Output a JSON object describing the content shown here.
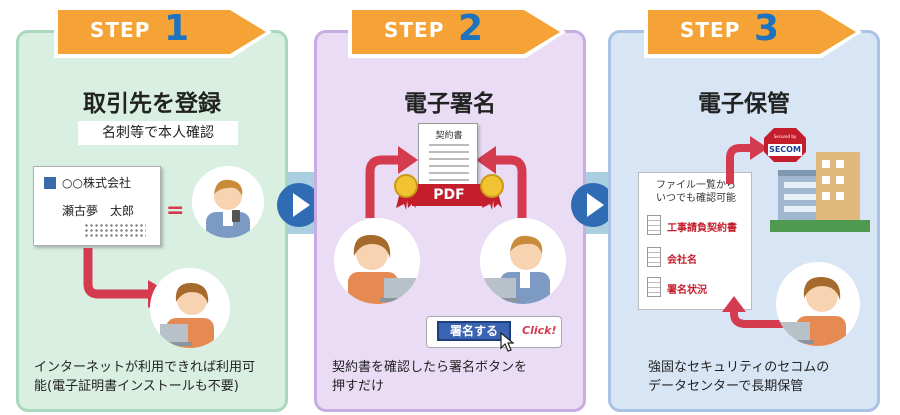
{
  "steps": [
    {
      "tab_label": "STEP",
      "tab_number": "1",
      "title": "取引先を登録",
      "subtitle": "名刺等で本人確認",
      "card_company": "○○株式会社",
      "card_name": "瀬古夢　太郎",
      "desc_lines": [
        "インターネットが利用できれば利用可",
        "能(電子証明書インストールも不要)"
      ]
    },
    {
      "tab_label": "STEP",
      "tab_number": "2",
      "title": "電子署名",
      "doc_title": "契約書",
      "pdf_label": "PDF",
      "sign_button": "署名する",
      "click_label": "Click!",
      "desc_lines": [
        "契約書を確認したら署名ボタンを",
        "押すだけ"
      ]
    },
    {
      "tab_label": "STEP",
      "tab_number": "3",
      "title": "電子保管",
      "list_head_lines": [
        "ファイル一覧から",
        "いつでも確認可能"
      ],
      "list_items": [
        "工事請負契約書",
        "会社名",
        "署名状況"
      ],
      "secom_line1": "Secured by",
      "secom_line2": "SECOM",
      "desc_lines": [
        "強固なセキュリティのセコムの",
        "データセンターで長期保管"
      ]
    }
  ],
  "colors": {
    "tab_orange": "#f5a236",
    "number_blue": "#1e73be",
    "arrow_red": "#d43b4f",
    "next_arrow_blue": "#2f6cb3"
  },
  "icons": [
    "next-arrow-icon",
    "curved-arrow-icon",
    "person-avatar-icon",
    "document-icon",
    "seal-icon",
    "cursor-icon",
    "building-icon",
    "secom-badge-icon"
  ]
}
